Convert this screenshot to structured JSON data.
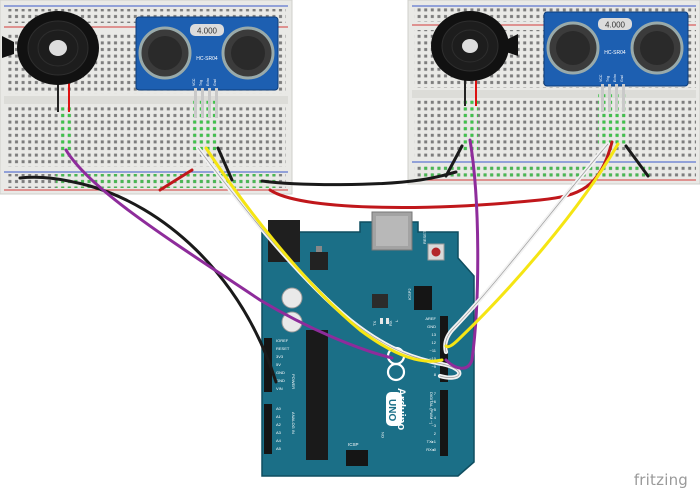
{
  "app": {
    "brand": "fritzing"
  },
  "left_module": {
    "sensor_model": "HC-SR04",
    "sensor_display": "4.000",
    "pin_labels": [
      "VCC",
      "Trig",
      "Echo",
      "Gnd"
    ]
  },
  "right_module": {
    "sensor_model": "HC-SR04",
    "sensor_display": "4.000",
    "pin_labels": [
      "VCC",
      "Trig",
      "Echo",
      "Gnd"
    ]
  },
  "arduino": {
    "brand_text": "Arduino",
    "model_text": "UNO",
    "reset_label": "RESET",
    "icsp_label": "ICSP",
    "icsp2_label": "ICSP2",
    "tx_label": "TX",
    "rx_label": "RX",
    "l_label": "L",
    "on_label": "ON",
    "digital_header_label": "DIGITAL (PWM ~)",
    "power_header_label": "POWER",
    "analog_header_label": "ANALOG IN",
    "power_pins": [
      "IOREF",
      "RESET",
      "3V3",
      "5V",
      "GND",
      "GND",
      "VIN"
    ],
    "analog_pins": [
      "A0",
      "A1",
      "A2",
      "A3",
      "A4",
      "A5"
    ],
    "digital_top_pins": [
      "AREF",
      "GND",
      "13",
      "12",
      "~11",
      "~10",
      "~9",
      "8"
    ],
    "digital_bottom_pins": [
      "7",
      "~6",
      "~5",
      "4",
      "~3",
      "2",
      "TX▸1",
      "RX◂0"
    ]
  },
  "colors": {
    "board": "#1b6f87",
    "board_dark": "#12566a",
    "breadboard": "#e8e8e5",
    "rail_red": "#d23b3b",
    "rail_blue": "#3a59c9",
    "sensor_blue": "#1d5fb1",
    "wire_black": "#1a1a1a",
    "wire_purple": "#8e2c9b",
    "wire_red": "#c0171b",
    "wire_yellow": "#f5e513",
    "wire_white": "#f2f2f2",
    "lead_green": "#3fc24b"
  },
  "wires": [
    {
      "name": "wire-black-left-gnd",
      "color": "black"
    },
    {
      "name": "wire-purple-left-buzzer",
      "color": "purple"
    },
    {
      "name": "wire-white-left-trig",
      "color": "white"
    },
    {
      "name": "wire-yellow-left-echo",
      "color": "yellow"
    },
    {
      "name": "wire-black-bridge-gnd",
      "color": "black"
    },
    {
      "name": "wire-red-bridge-vcc",
      "color": "red"
    },
    {
      "name": "wire-purple-right-buzzer",
      "color": "purple"
    },
    {
      "name": "wire-white-right-trig",
      "color": "white"
    },
    {
      "name": "wire-yellow-right-echo",
      "color": "yellow"
    }
  ]
}
